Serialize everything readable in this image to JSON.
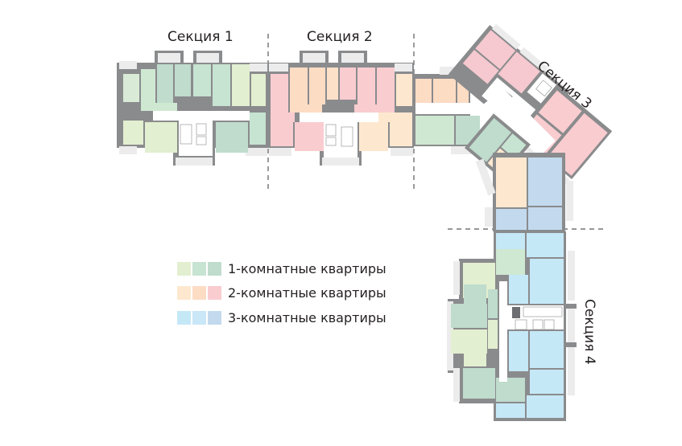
{
  "sections": [
    {
      "label": "Секция 1"
    },
    {
      "label": "Секция 2"
    },
    {
      "label": "Секция 3"
    },
    {
      "label": "Секция 4"
    }
  ],
  "legend": [
    {
      "label": "1-комнатные квартиры",
      "colors": [
        "#e2efd0",
        "#c7e3d2",
        "#bfdccd"
      ]
    },
    {
      "label": "2-комнатные квартиры",
      "colors": [
        "#fde8cf",
        "#fddcc4",
        "#f9ccd0"
      ]
    },
    {
      "label": "3-комнатные квартиры",
      "colors": [
        "#c5e8f7",
        "#c9e7f7",
        "#c3daee"
      ]
    }
  ],
  "colors": {
    "wall": "#8a8b8d",
    "balcony": "#ececed",
    "corridor": "#ffffff",
    "divider": "#58595b"
  }
}
